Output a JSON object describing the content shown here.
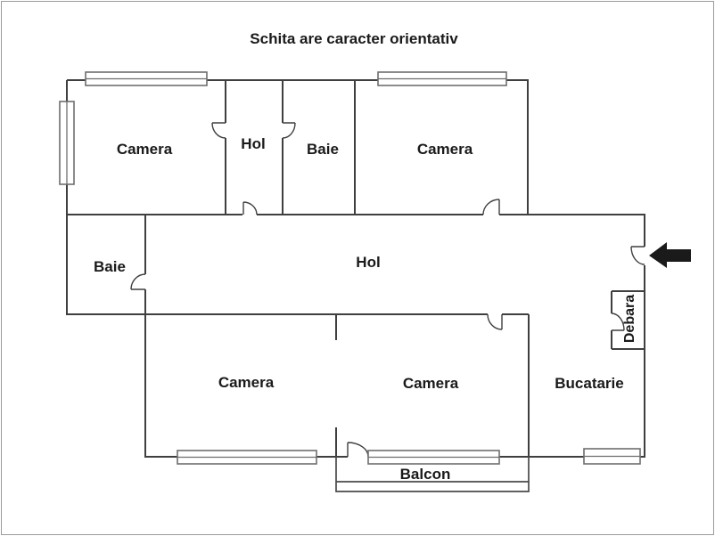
{
  "title": "Schita are caracter orientativ",
  "rooms": {
    "camera_top_left": {
      "label": "Camera"
    },
    "hol_top": {
      "label": "Hol"
    },
    "baie_top": {
      "label": "Baie"
    },
    "camera_top_right": {
      "label": "Camera"
    },
    "baie_left": {
      "label": "Baie"
    },
    "hol_main": {
      "label": "Hol"
    },
    "debara": {
      "label": "Debara"
    },
    "camera_bottom_left": {
      "label": "Camera"
    },
    "camera_bottom_middle": {
      "label": "Camera"
    },
    "bucatarie": {
      "label": "Bucatarie"
    },
    "balcon": {
      "label": "Balcon"
    }
  },
  "icons": {
    "entrance_arrow": "arrow-left"
  },
  "colors": {
    "wall": "#3f3f3f",
    "window_frame": "#6e6e6e",
    "text": "#1a1a1a",
    "entrance_arrow": "#1a1a1a",
    "page_border": "#9b9b9b",
    "background": "#ffffff"
  }
}
